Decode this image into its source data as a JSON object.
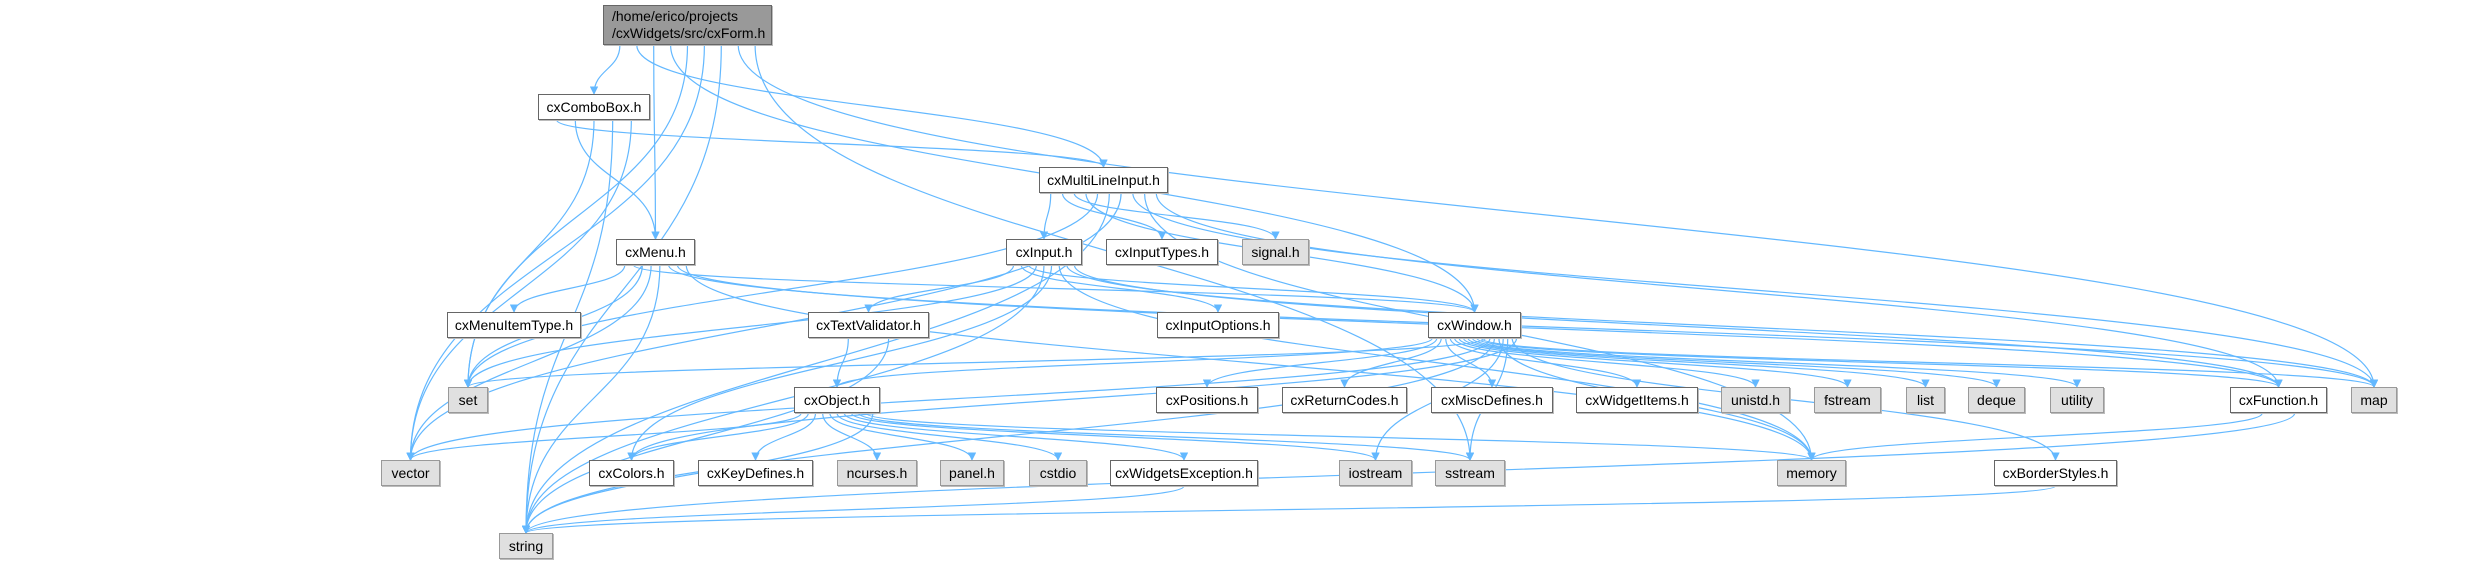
{
  "colors": {
    "edge": "#63b8ff",
    "root_fill": "#999999",
    "external_fill": "#e0e0e0"
  },
  "root": {
    "line1": "/home/erico/projects",
    "line2": "/cxWidgets/src/cxForm.h"
  },
  "nodes": {
    "cxComboBox": "cxComboBox.h",
    "cxMultiLineInput": "cxMultiLineInput.h",
    "cxMenu": "cxMenu.h",
    "cxInput": "cxInput.h",
    "cxInputTypes": "cxInputTypes.h",
    "signal": "signal.h",
    "cxMenuItemType": "cxMenuItemType.h",
    "cxTextValidator": "cxTextValidator.h",
    "cxInputOptions": "cxInputOptions.h",
    "cxWindow": "cxWindow.h",
    "set": "set",
    "cxObject": "cxObject.h",
    "cxPositions": "cxPositions.h",
    "cxReturnCodes": "cxReturnCodes.h",
    "cxMiscDefines": "cxMiscDefines.h",
    "cxWidgetItems": "cxWidgetItems.h",
    "unistd": "unistd.h",
    "fstream": "fstream",
    "list": "list",
    "deque": "deque",
    "utility": "utility",
    "cxFunction": "cxFunction.h",
    "map": "map",
    "vector": "vector",
    "cxColors": "cxColors.h",
    "cxKeyDefines": "cxKeyDefines.h",
    "ncurses": "ncurses.h",
    "panel": "panel.h",
    "cstdio": "cstdio",
    "cxWidgetsException": "cxWidgetsException.h",
    "iostream": "iostream",
    "sstream": "sstream",
    "memory": "memory",
    "cxBorderStyles": "cxBorderStyles.h",
    "string": "string"
  },
  "external": [
    "signal",
    "set",
    "unistd",
    "fstream",
    "list",
    "deque",
    "utility",
    "map",
    "vector",
    "ncurses",
    "panel",
    "cstdio",
    "iostream",
    "sstream",
    "memory",
    "string"
  ],
  "edges": [
    [
      "root",
      "cxComboBox"
    ],
    [
      "root",
      "cxMultiLineInput"
    ],
    [
      "root",
      "cxMenu"
    ],
    [
      "root",
      "cxWindow"
    ],
    [
      "root",
      "set"
    ],
    [
      "root",
      "vector"
    ],
    [
      "root",
      "string"
    ],
    [
      "root",
      "map"
    ],
    [
      "root",
      "sstream"
    ],
    [
      "cxComboBox",
      "cxMultiLineInput"
    ],
    [
      "cxComboBox",
      "cxMenu"
    ],
    [
      "cxComboBox",
      "set"
    ],
    [
      "cxComboBox",
      "string"
    ],
    [
      "cxComboBox",
      "vector"
    ],
    [
      "cxMultiLineInput",
      "cxInput"
    ],
    [
      "cxMultiLineInput",
      "cxInputTypes"
    ],
    [
      "cxMultiLineInput",
      "signal"
    ],
    [
      "cxMultiLineInput",
      "cxWindow"
    ],
    [
      "cxMultiLineInput",
      "set"
    ],
    [
      "cxMultiLineInput",
      "string"
    ],
    [
      "cxMultiLineInput",
      "vector"
    ],
    [
      "cxMultiLineInput",
      "map"
    ],
    [
      "cxMultiLineInput",
      "memory"
    ],
    [
      "cxMultiLineInput",
      "cxFunction"
    ],
    [
      "cxMenu",
      "cxMenuItemType"
    ],
    [
      "cxMenu",
      "cxWindow"
    ],
    [
      "cxMenu",
      "set"
    ],
    [
      "cxMenu",
      "vector"
    ],
    [
      "cxMenu",
      "string"
    ],
    [
      "cxMenu",
      "map"
    ],
    [
      "cxMenu",
      "cxFunction"
    ],
    [
      "cxMenu",
      "memory"
    ],
    [
      "cxInput",
      "cxTextValidator"
    ],
    [
      "cxInput",
      "cxInputOptions"
    ],
    [
      "cxInput",
      "cxWindow"
    ],
    [
      "cxInput",
      "set"
    ],
    [
      "cxInput",
      "string"
    ],
    [
      "cxInput",
      "cxColors"
    ],
    [
      "cxInput",
      "memory"
    ],
    [
      "cxInput",
      "map"
    ],
    [
      "cxInput",
      "cxFunction"
    ],
    [
      "cxTextValidator",
      "cxObject"
    ],
    [
      "cxTextValidator",
      "string"
    ],
    [
      "cxWindow",
      "cxObject"
    ],
    [
      "cxWindow",
      "cxPositions"
    ],
    [
      "cxWindow",
      "cxReturnCodes"
    ],
    [
      "cxWindow",
      "cxMiscDefines"
    ],
    [
      "cxWindow",
      "cxWidgetItems"
    ],
    [
      "cxWindow",
      "unistd"
    ],
    [
      "cxWindow",
      "fstream"
    ],
    [
      "cxWindow",
      "list"
    ],
    [
      "cxWindow",
      "deque"
    ],
    [
      "cxWindow",
      "utility"
    ],
    [
      "cxWindow",
      "cxFunction"
    ],
    [
      "cxWindow",
      "map"
    ],
    [
      "cxWindow",
      "set"
    ],
    [
      "cxWindow",
      "vector"
    ],
    [
      "cxWindow",
      "string"
    ],
    [
      "cxWindow",
      "memory"
    ],
    [
      "cxWindow",
      "iostream"
    ],
    [
      "cxWindow",
      "sstream"
    ],
    [
      "cxWindow",
      "cxBorderStyles"
    ],
    [
      "cxWindow",
      "cxColors"
    ],
    [
      "cxObject",
      "vector"
    ],
    [
      "cxObject",
      "cxColors"
    ],
    [
      "cxObject",
      "cxKeyDefines"
    ],
    [
      "cxObject",
      "ncurses"
    ],
    [
      "cxObject",
      "panel"
    ],
    [
      "cxObject",
      "cstdio"
    ],
    [
      "cxObject",
      "cxWidgetsException"
    ],
    [
      "cxObject",
      "iostream"
    ],
    [
      "cxObject",
      "sstream"
    ],
    [
      "cxObject",
      "memory"
    ],
    [
      "cxObject",
      "string"
    ],
    [
      "cxWidgetsException",
      "string"
    ],
    [
      "cxFunction",
      "memory"
    ],
    [
      "cxFunction",
      "string"
    ],
    [
      "cxBorderStyles",
      "string"
    ]
  ]
}
